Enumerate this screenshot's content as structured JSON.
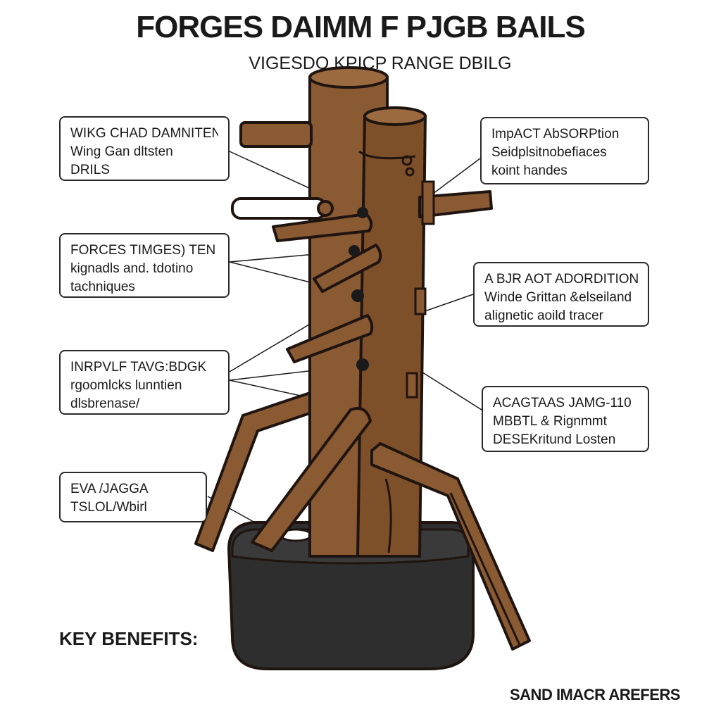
{
  "title": "FORGES DAIMM F PJGB BAILS",
  "subtitle": "VIGESDO KPICP RANGE DBILG",
  "callouts": [
    {
      "id": "left-1",
      "lines": [
        "WIKG CHAD DAMNITEN",
        "Wing Gan dltsten",
        "DRILS"
      ]
    },
    {
      "id": "left-2",
      "lines": [
        "FORCES TIMGES) TEN",
        "kignadls and. tdotino",
        "tachniques"
      ]
    },
    {
      "id": "left-3",
      "lines": [
        "INRPVLF TAVG:BDGK",
        "rgoomlcks lunntien",
        "dlsbrenase/"
      ]
    },
    {
      "id": "left-4",
      "lines": [
        "EVA    /JAGGA",
        "TSLOL/Wbirl"
      ]
    },
    {
      "id": "right-1",
      "lines": [
        "ImpACT AbSORPtion",
        "Seidplsitnobefiaces",
        "koint handes"
      ]
    },
    {
      "id": "right-2",
      "lines": [
        "A BJR AOT ADORDITION",
        "Winde Grittan &elseiland",
        "alignetic aoild tracer"
      ]
    },
    {
      "id": "right-3",
      "lines": [
        "ACAGTAAS JAMG-110",
        "MBBTL & Rignmmt",
        "DESEKritund Losten"
      ]
    }
  ],
  "key_benefits_label": "KEY BENEFITS:",
  "footer_note": "SAND IMACR AREFERS",
  "colors": {
    "wood": "#8a5a32",
    "wood_dark": "#6b4224",
    "outline": "#1f1410",
    "base": "#2e2e2e",
    "base_top": "#3a3a3a",
    "callout_border": "#2a2a2a"
  }
}
